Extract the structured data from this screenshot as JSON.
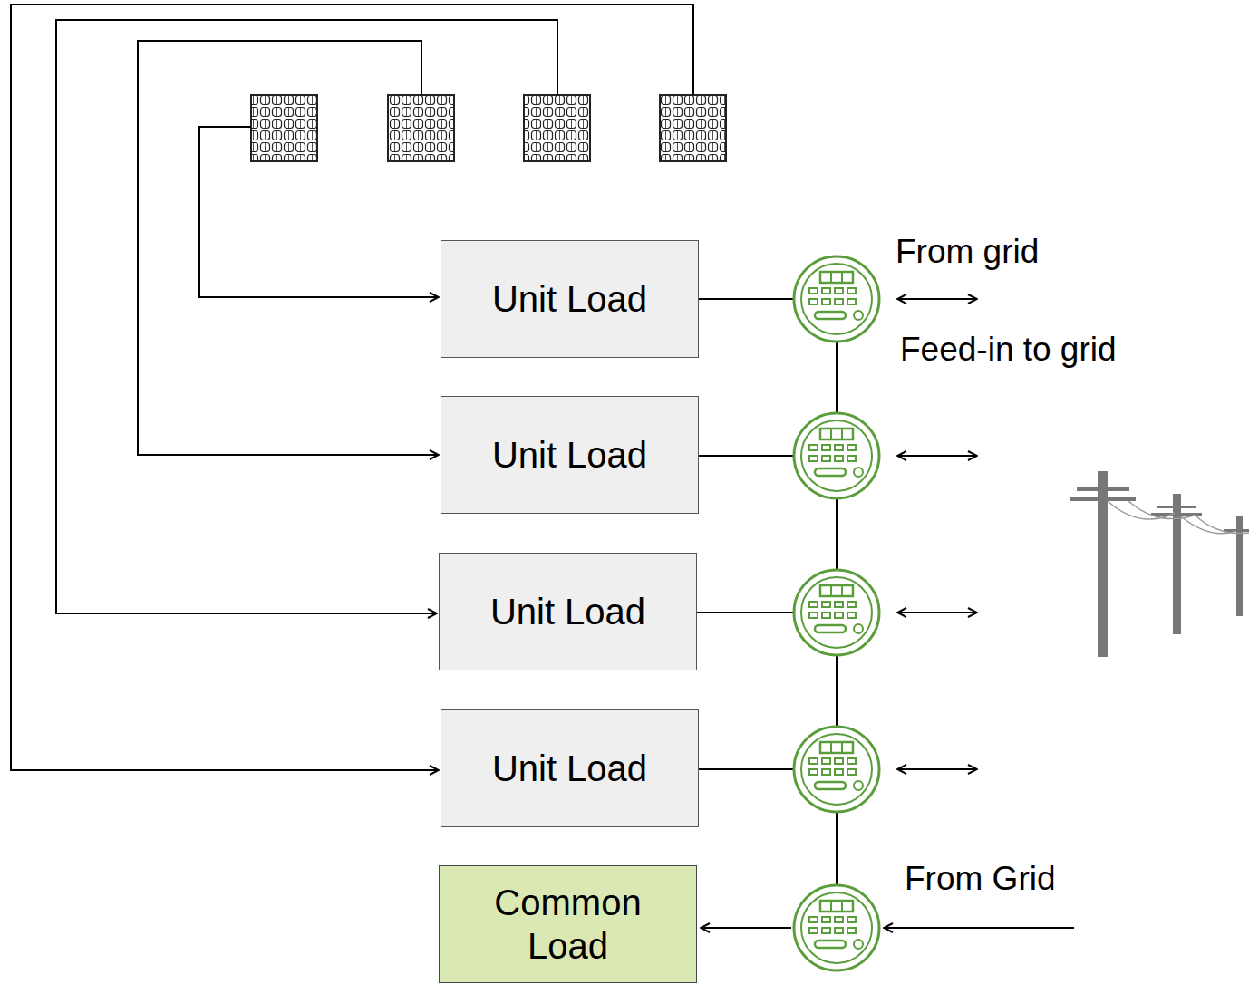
{
  "diagram": {
    "nodes": [
      {
        "text": [
          "Unit Load"
        ]
      },
      {
        "text": [
          "Unit Load"
        ]
      },
      {
        "text": [
          "Unit Load"
        ]
      },
      {
        "text": [
          "Unit Load"
        ]
      },
      {
        "text": [
          "Common Load"
        ]
      }
    ],
    "labels": [
      "From grid",
      "Feed-in to grid",
      "From Grid"
    ]
  }
}
